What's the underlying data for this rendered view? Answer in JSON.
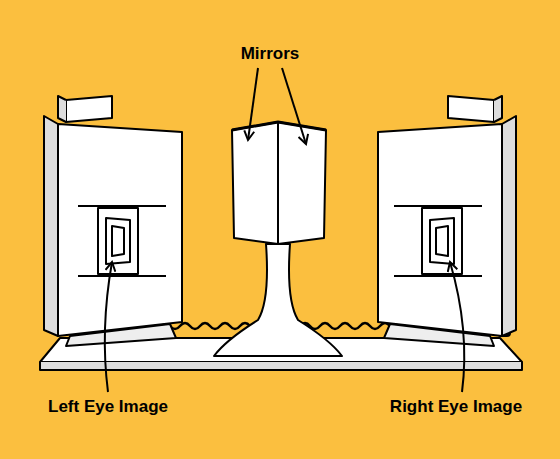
{
  "diagram": {
    "labels": [
      "Mirrors",
      "Left Eye Image",
      "Right Eye Image"
    ]
  }
}
